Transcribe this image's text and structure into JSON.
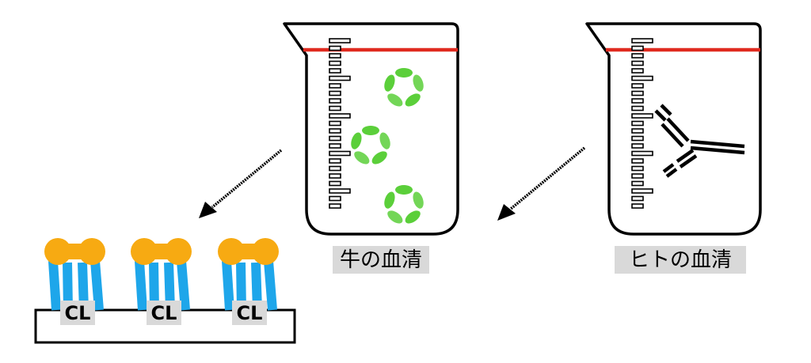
{
  "diagram": {
    "beakers": [
      {
        "caption": "牛の血清",
        "contents": "protein-rings"
      },
      {
        "caption": "ヒトの血清",
        "contents": "antibody"
      }
    ],
    "plate": {
      "molecules": [
        {
          "label": "CL"
        },
        {
          "label": "CL"
        },
        {
          "label": "CL"
        }
      ]
    },
    "colors": {
      "fill_line": "#e02a1f",
      "protein_ring": "#5bcf3a",
      "lipid_head": "#f7aa12",
      "lipid_tail": "#1ea6ea",
      "label_bg": "#d9d9d9"
    }
  }
}
